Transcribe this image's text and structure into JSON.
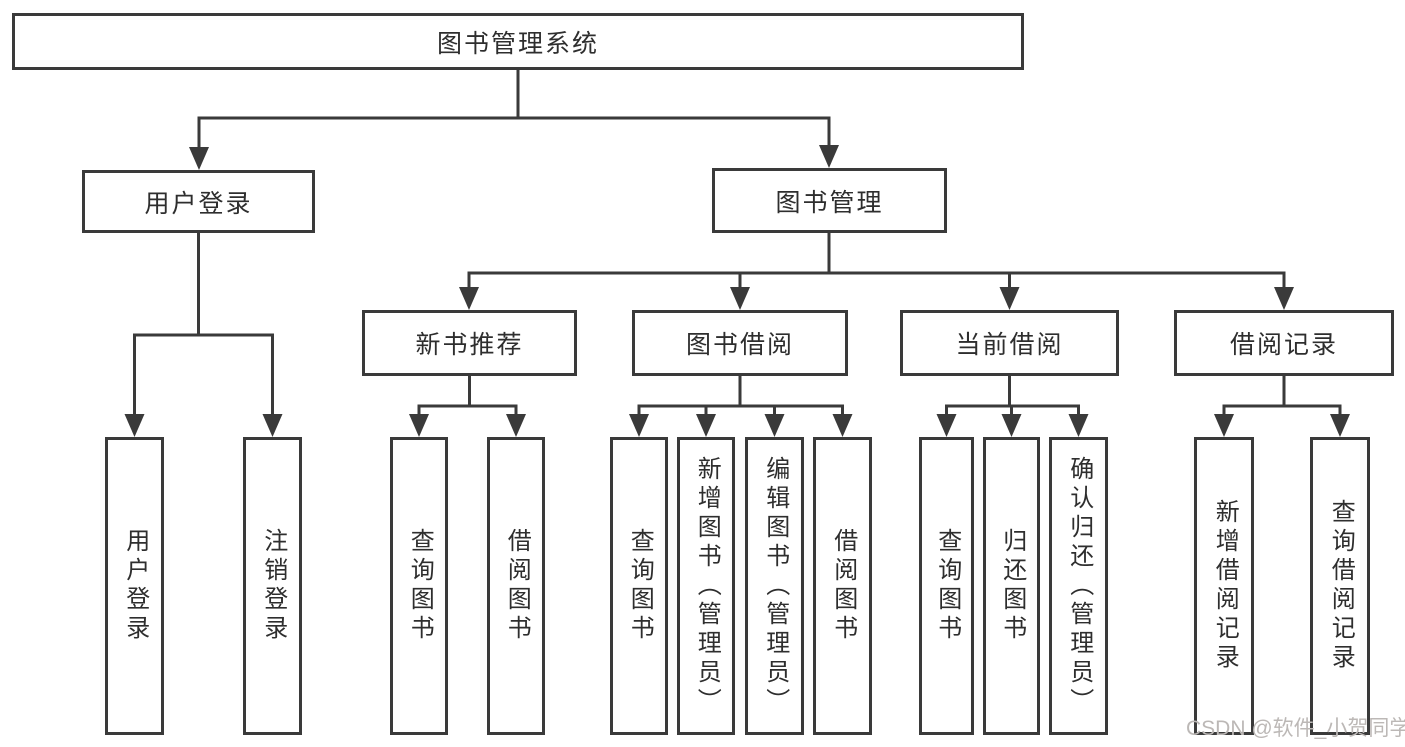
{
  "diagram": {
    "title": "图书管理系统",
    "watermark": "CSDN @软件_小贺同学",
    "colors": {
      "line": "#3a3a3a",
      "text": "#2e2e2e",
      "watermark": "#bcb8b6",
      "background": "#ffffff"
    },
    "level2": [
      {
        "label": "用户登录"
      },
      {
        "label": "图书管理"
      }
    ],
    "level3": [
      {
        "label": "新书推荐"
      },
      {
        "label": "图书借阅"
      },
      {
        "label": "当前借阅"
      },
      {
        "label": "借阅记录"
      }
    ],
    "leaves": [
      {
        "label": "用户登录"
      },
      {
        "label": "注销登录"
      },
      {
        "label": "查询图书"
      },
      {
        "label": "借阅图书"
      },
      {
        "label": "查询图书"
      },
      {
        "label": "新增图书（管理员）"
      },
      {
        "label": "编辑图书（管理员）"
      },
      {
        "label": "借阅图书"
      },
      {
        "label": "查询图书"
      },
      {
        "label": "归还图书"
      },
      {
        "label": "确认归还（管理员）"
      },
      {
        "label": "新增借阅记录"
      },
      {
        "label": "查询借阅记录"
      }
    ]
  }
}
